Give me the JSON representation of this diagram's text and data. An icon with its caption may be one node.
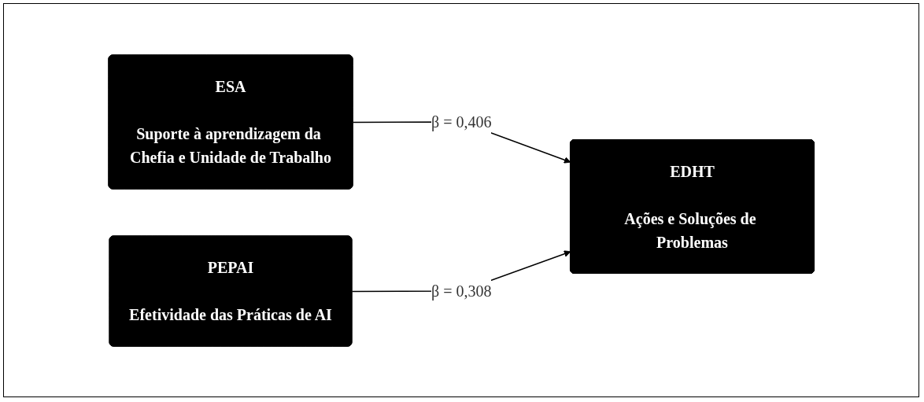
{
  "diagram": {
    "nodes": [
      {
        "text": [
          "ESA",
          "Suporte à aprendizagem da Chefia e Unidade de Trabalho"
        ]
      },
      {
        "text": [
          "PEPAI",
          "Efetividade das Práticas de AI"
        ]
      },
      {
        "text": [
          "EDHT",
          "Ações e Soluções de Problemas"
        ]
      }
    ],
    "edges": [
      {
        "from": 0,
        "to": 2,
        "arrow": "to",
        "label": "β = 0,406"
      },
      {
        "from": 1,
        "to": 2,
        "arrow": "to",
        "label": "β = 0,308"
      }
    ]
  }
}
